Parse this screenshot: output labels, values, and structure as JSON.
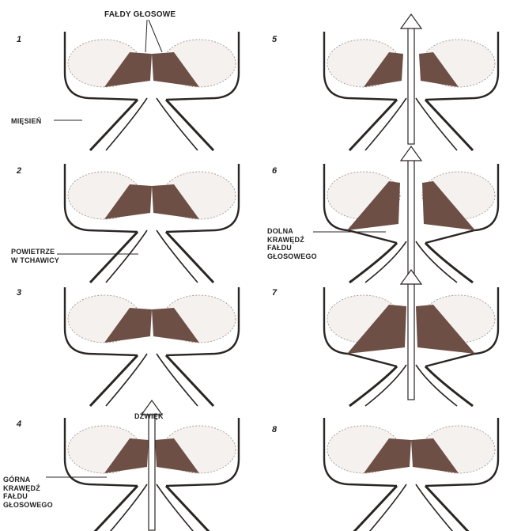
{
  "labels": {
    "vocal_folds": "FAŁDY GŁOSOWE",
    "muscle": "MIĘSIEŃ",
    "air": [
      "POWIETRZE",
      "W TCHAWICY"
    ],
    "lower_edge": [
      "DOLNA",
      "KRAWĘDŹ",
      "FAŁDU",
      "GŁOSOWEGO"
    ],
    "sound": "DŹWIĘK",
    "upper_edge": [
      "GÓRNA",
      "KRAWĘDŹ",
      "FAŁDU",
      "GŁOSOWEGO"
    ]
  },
  "panels": [
    {
      "num": "1",
      "state": "closed",
      "arrow": false
    },
    {
      "num": "2",
      "state": "closed-low",
      "arrow": false
    },
    {
      "num": "3",
      "state": "closed",
      "arrow": false
    },
    {
      "num": "4",
      "state": "opening-top",
      "arrow": true
    },
    {
      "num": "5",
      "state": "open",
      "arrow": true
    },
    {
      "num": "6",
      "state": "open-wide",
      "arrow": true
    },
    {
      "num": "7",
      "state": "closing",
      "arrow": true
    },
    {
      "num": "8",
      "state": "closed",
      "arrow": false
    }
  ],
  "colors": {
    "ink": "#2a2624",
    "fold": "#6e4f45",
    "shade": "#9a8c86"
  }
}
